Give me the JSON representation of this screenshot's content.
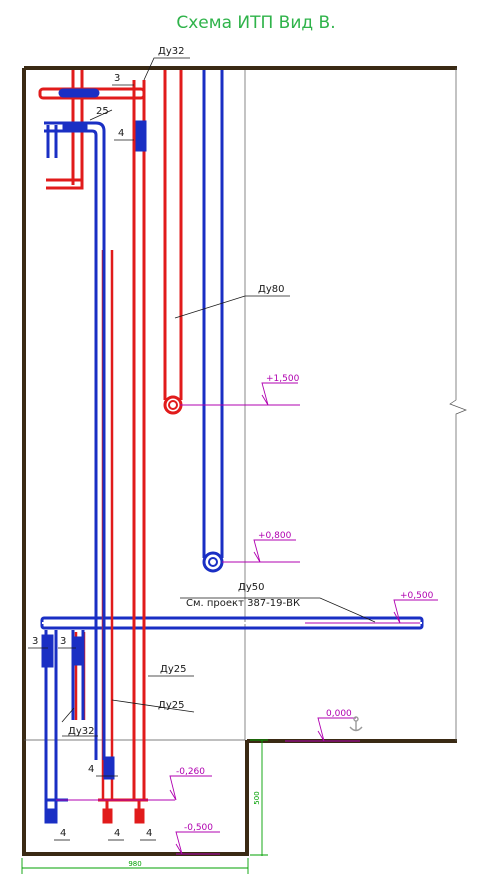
{
  "title": "Схема ИТП Вид В.",
  "colors": {
    "supply_pipe": "#e11b1b",
    "return_pipe": "#1a2fc4",
    "wall": "#3a2a14",
    "elevation_mark": "#b000b0",
    "dimension": "#00a000",
    "title": "#2fb34a",
    "anchor_icon": "#9a9a9a"
  },
  "labels": {
    "du32_top": "Ду32",
    "three_top": "3",
    "twentyfive_top": "25",
    "four_top": "4",
    "du80": "Ду80",
    "du50": "Ду50",
    "project_ref": "См. проект 387-19-ВК",
    "three_left_a": "3",
    "three_left_b": "3",
    "du25_a": "Ду25",
    "du25_b": "Ду25",
    "du32_bottom": "Ду32",
    "four_mid": "4",
    "four_b1": "4",
    "four_b2": "4",
    "four_b3": "4"
  },
  "elevations": {
    "e1500": "+1,500",
    "e0800": "+0,800",
    "e0500": "+0,500",
    "e0000": "0,000",
    "em0260": "-0,260",
    "em0500": "-0,500"
  },
  "dimensions": {
    "width": "980",
    "height": "500"
  }
}
